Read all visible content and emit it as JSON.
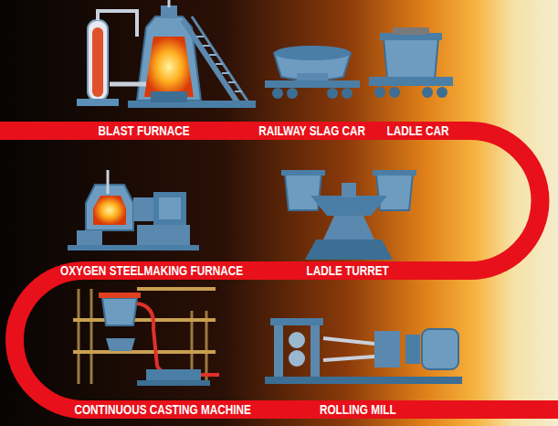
{
  "diagram": {
    "labels": [
      "BLAST FURNACE",
      "RAILWAY SLAG CAR",
      "LADLE CAR",
      "OXYGEN STEELMAKING FURNACE",
      "LADLE TURRET",
      "CONTINUOUS CASTING MACHINE",
      "ROLLING MILL"
    ]
  }
}
